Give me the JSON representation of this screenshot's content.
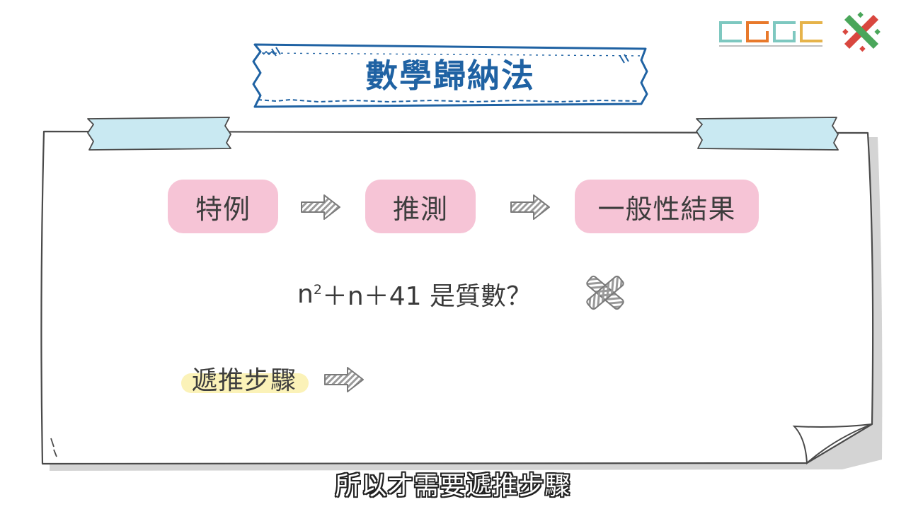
{
  "title": "數學歸納法",
  "flow": {
    "step1": "特例",
    "step2": "推測",
    "step3": "一般性結果"
  },
  "formula": {
    "base": "n",
    "exponent": "2",
    "rest": "＋n＋41 是質數？"
  },
  "recursion_label": "遞推步驟",
  "subtitle": "所以才需要遞推步驟",
  "icons": {
    "arrow": "striped-arrow-icon",
    "cross": "striped-cross-icon",
    "logo_text": "CGGC",
    "logo_mark": "x-logo-icon"
  },
  "colors": {
    "title": "#1f62a3",
    "pill": "#f6c4d6",
    "highlight": "#fbf2b8",
    "tape": "#c9e9f2"
  }
}
